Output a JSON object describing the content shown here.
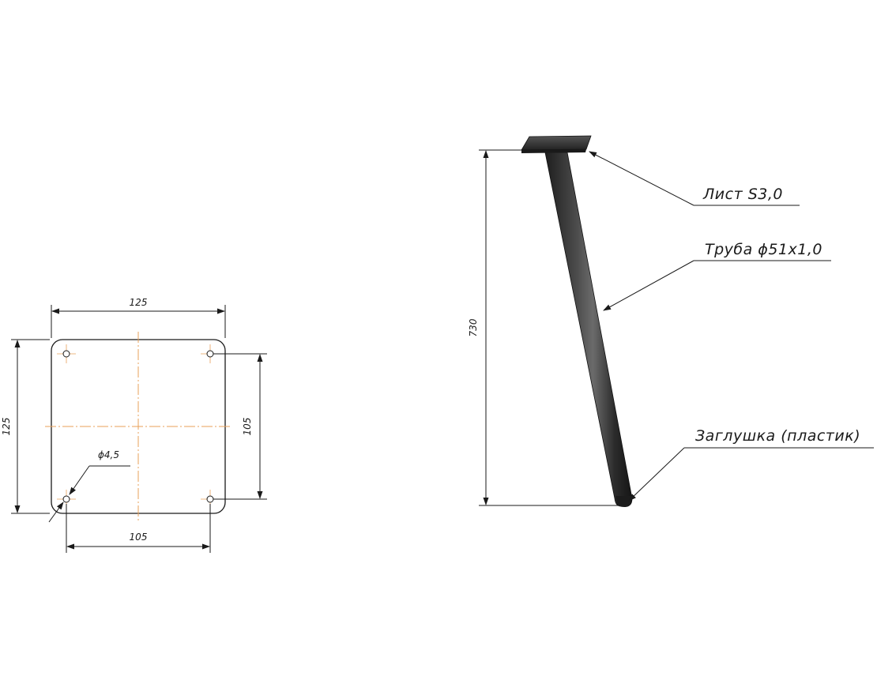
{
  "plate_view": {
    "dim_top": "125",
    "dim_left": "125",
    "dim_right": "105",
    "dim_bottom": "105",
    "hole_label": "ϕ4,5"
  },
  "leg_view": {
    "height_label": "730",
    "callouts": [
      {
        "label": "Лист S3,0"
      },
      {
        "label": "Труба ϕ51х1,0"
      },
      {
        "label": "Заглушка (пластик)"
      }
    ]
  },
  "colors": {
    "line": "#1a1a1a",
    "center_axis": "#e8a05a",
    "leg_dark": "#2a2a2a",
    "leg_light": "#5a5a5a"
  }
}
